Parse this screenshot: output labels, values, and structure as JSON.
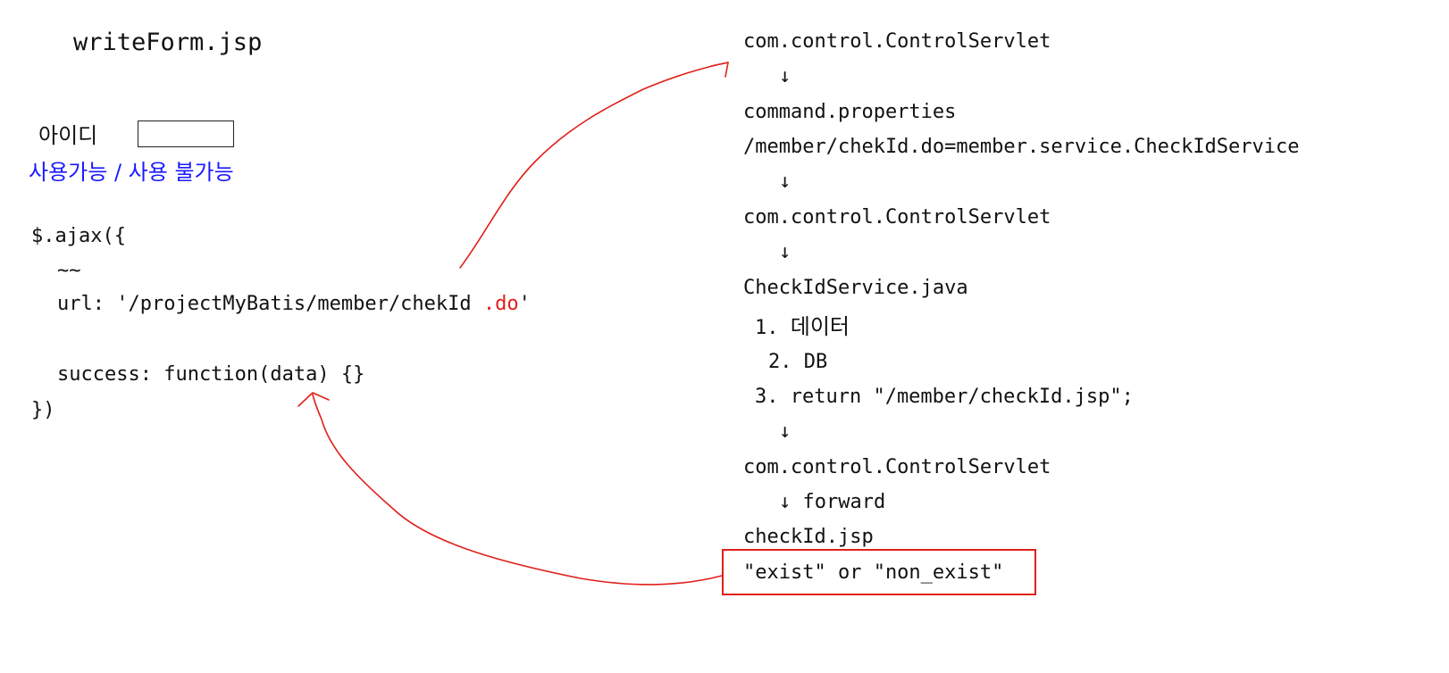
{
  "form": {
    "file_title": "writeForm.jsp",
    "id_label": "아이디",
    "id_value": "",
    "availability": "사용가능 / 사용 불가능"
  },
  "ajax": {
    "open": "$.ajax({",
    "ellipsis": "~~",
    "url_prefix": "url: '/projectMyBatis/member/chekId",
    "url_ext": ".do",
    "url_suffix": "'",
    "success": "success: function(data) {}",
    "close": "})"
  },
  "flow": {
    "step1": "com.control.ControlServlet",
    "arrow1": "↓",
    "step2": "command.properties",
    "step2_mapping": "/member/chekId.do=member.service.CheckIdService",
    "arrow2": "↓",
    "step3": "com.control.ControlServlet",
    "arrow3": "↓",
    "step4": "CheckIdService.java",
    "step4_item1_num": "1.",
    "step4_item1_text": "데이터",
    "step4_item2": "2. DB",
    "step4_item3": "3. return \"/member/checkId.jsp\";",
    "arrow4": "↓",
    "step5": "com.control.ControlServlet",
    "arrow5": "↓ forward",
    "step6": "checkId.jsp",
    "result": "\"exist\" or \"non_exist\""
  },
  "colors": {
    "annotation": "#e0201a",
    "availability_text": "#1a1aff"
  }
}
